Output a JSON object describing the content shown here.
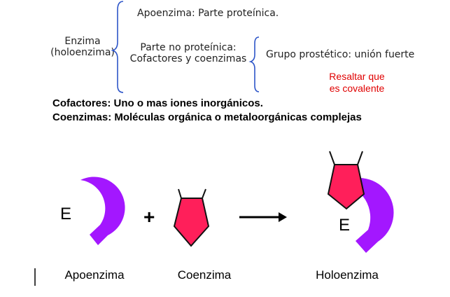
{
  "scheme": {
    "enzyme_line1": "Enzima",
    "enzyme_line2": "(holoenzima)",
    "apoenzyme_line": "Apoenzima: Parte proteínica.",
    "nonprotein_line1": "Parte no proteínica:",
    "nonprotein_line2": "Cofactores y coenzimas",
    "prosthetic_line": "Grupo prostético: unión fuerte",
    "note_line1": "Resaltar que",
    "note_line2": "es covalente",
    "note_color": "#e00000"
  },
  "definitions": {
    "cofactores": "Cofactores: Uno o mas iones inorgánicos.",
    "coenzimas": "Coenzimas: Moléculas orgánica o metaloorgánicas complejas"
  },
  "diagram": {
    "enzyme_letter": "E",
    "plus": "+",
    "apoenzyme_label": "Apoenzima",
    "coenzyme_label": "Coenzima",
    "holoenzyme_label": "Holoenzima",
    "enzyme_color": "#a317ff",
    "coenzyme_color": "#ff1f5a"
  }
}
